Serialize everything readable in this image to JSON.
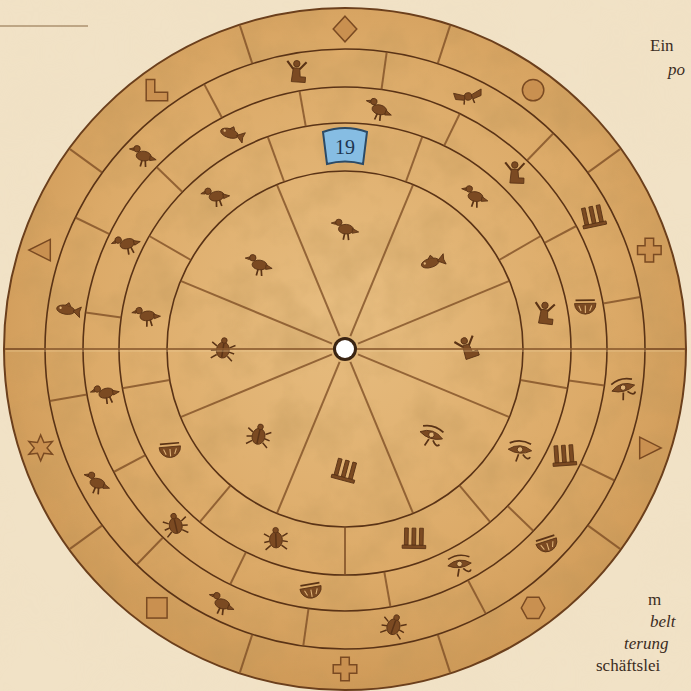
{
  "diagram": {
    "nodes": [
      {
        "text": [
          "19"
        ]
      }
    ],
    "labels": [
      "Ein",
      "po",
      "m",
      "belt",
      "terung",
      "schäftslei"
    ]
  }
}
